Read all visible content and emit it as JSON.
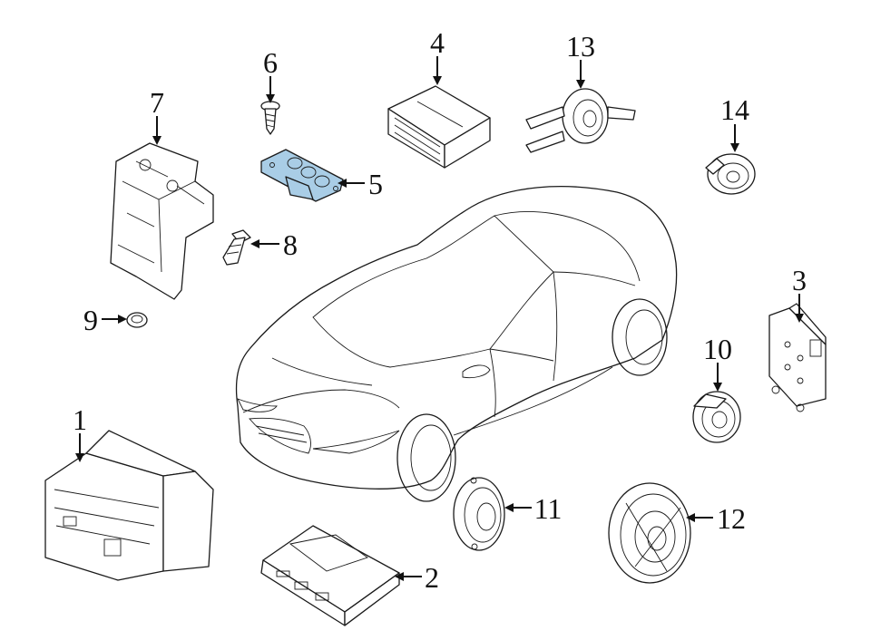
{
  "diagram": {
    "highlight_color": "#a9cde6",
    "line_color": "#1a1a1a",
    "callouts": [
      {
        "id": "1",
        "label": "1"
      },
      {
        "id": "2",
        "label": "2"
      },
      {
        "id": "3",
        "label": "3"
      },
      {
        "id": "4",
        "label": "4"
      },
      {
        "id": "5",
        "label": "5",
        "highlighted": true
      },
      {
        "id": "6",
        "label": "6"
      },
      {
        "id": "7",
        "label": "7"
      },
      {
        "id": "8",
        "label": "8"
      },
      {
        "id": "9",
        "label": "9"
      },
      {
        "id": "10",
        "label": "10"
      },
      {
        "id": "11",
        "label": "11"
      },
      {
        "id": "12",
        "label": "12"
      },
      {
        "id": "13",
        "label": "13"
      },
      {
        "id": "14",
        "label": "14"
      }
    ]
  }
}
